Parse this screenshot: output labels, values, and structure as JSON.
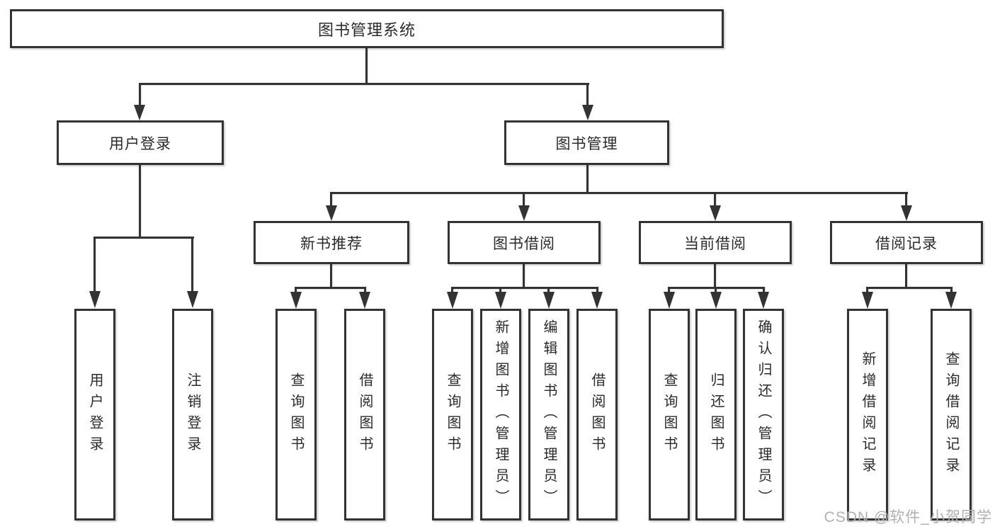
{
  "diagram_type": "hierarchy-tree",
  "colors": {
    "background": "#ffffff",
    "line": "#333333",
    "text": "#2b2b2b",
    "watermark": "#b0b0b0"
  },
  "watermark": {
    "text": "CSDN @软件_小贺同学"
  },
  "tree": {
    "root": {
      "label": "图书管理系统",
      "children": [
        {
          "label": "用户登录",
          "children": [
            {
              "label": "用户登录"
            },
            {
              "label": "注销登录"
            }
          ]
        },
        {
          "label": "图书管理",
          "children": [
            {
              "label": "新书推荐",
              "children": [
                {
                  "label": "查询图书"
                },
                {
                  "label": "借阅图书"
                }
              ]
            },
            {
              "label": "图书借阅",
              "children": [
                {
                  "label": "查询图书"
                },
                {
                  "label": "新增图书（管理员）"
                },
                {
                  "label": "编辑图书（管理员）"
                },
                {
                  "label": "借阅图书"
                }
              ]
            },
            {
              "label": "当前借阅",
              "children": [
                {
                  "label": "查询图书"
                },
                {
                  "label": "归还图书"
                },
                {
                  "label": "确认归还（管理员）"
                }
              ]
            },
            {
              "label": "借阅记录",
              "children": [
                {
                  "label": "新增借阅记录"
                },
                {
                  "label": "查询借阅记录"
                }
              ]
            }
          ]
        }
      ]
    }
  }
}
